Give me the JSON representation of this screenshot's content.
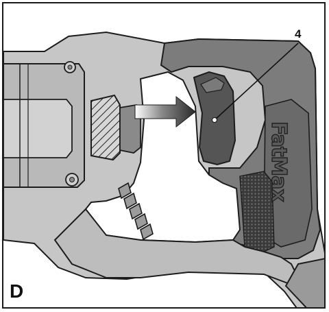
{
  "figure": {
    "letter": "D",
    "callout_number": "4",
    "brand_label": "FatMax"
  },
  "colors": {
    "body_light": "#c7c7c7",
    "body_mid": "#9a9a9a",
    "body_dark": "#6e6e6e",
    "trigger": "#555555",
    "outline": "#1c1c1c"
  },
  "icons": [
    "arrow-right-icon",
    "hatched-lock-button-icon",
    "grip-texture-icon"
  ]
}
